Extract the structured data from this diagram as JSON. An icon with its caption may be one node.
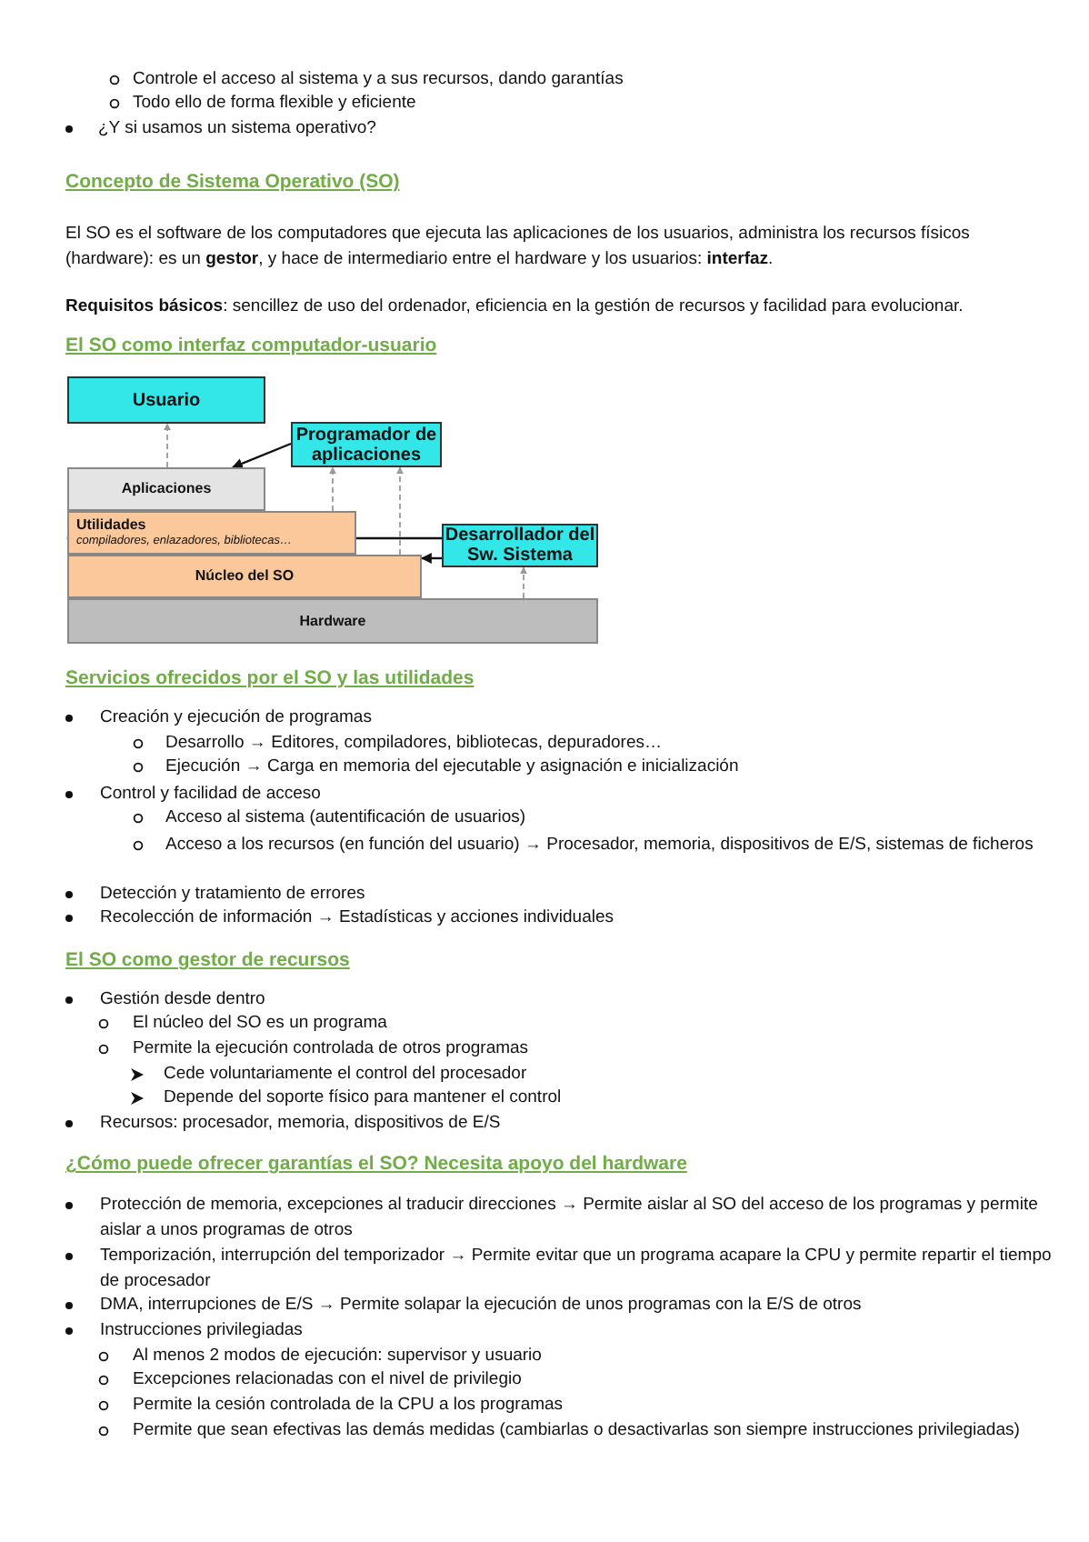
{
  "diagram": {
    "nodes": [
      {
        "text": [
          "Usuario"
        ]
      },
      {
        "text": [
          "Aplicaciones"
        ]
      },
      {
        "text": [
          "Utilidades",
          "compiladores, enlazadores, bibliotecas…"
        ]
      },
      {
        "text": [
          "Núcleo del SO"
        ]
      },
      {
        "text": [
          "Hardware"
        ]
      },
      {
        "text": [
          "Programador de aplicaciones"
        ]
      },
      {
        "text": [
          "Desarrollador del Sw. Sistema"
        ]
      }
    ],
    "edges": [
      {
        "from": 1,
        "to": 0,
        "arrow": "to",
        "style": "dashed"
      },
      {
        "from": 5,
        "to": 1,
        "arrow": "to",
        "color": "#111111"
      },
      {
        "from": 2,
        "to": 5,
        "arrow": "to",
        "style": "dashed"
      },
      {
        "from": 3,
        "to": 5,
        "arrow": "to",
        "style": "dashed"
      },
      {
        "from": 6,
        "to": 2,
        "arrow": "to",
        "color": "#111111"
      },
      {
        "from": 6,
        "to": 3,
        "arrow": "to",
        "color": "#111111"
      },
      {
        "from": 4,
        "to": 6,
        "arrow": "to",
        "style": "dashed"
      }
    ],
    "labels": [
      "Controle el acceso al sistema y a sus recursos, dando garantías",
      "Todo ello de forma flexible y eficiente",
      "¿Y si usamos un sistema operativo?",
      "Concepto de Sistema Operativo (SO)",
      "El SO es el software de los computadores que ejecuta las aplicaciones de los usuarios, administra los recursos físicos (hardware): es un **gestor**, y hace de intermediario entre el hardware y los usuarios: **interfaz**.",
      "**Requisitos básicos**: sencillez de uso del ordenador, eficiencia en la gestión de recursos y facilidad para evolucionar.",
      "El SO como interfaz computador-usuario",
      "Servicios ofrecidos por el SO y las utilidades",
      "Creación y ejecución de programas",
      "Desarrollo → Editores, compiladores, bibliotecas, depuradores…",
      "Ejecución → Carga en memoria del ejecutable y asignación e inicialización",
      "Control y facilidad de acceso",
      "Acceso al sistema (autentificación de usuarios)",
      "Acceso a los recursos (en función del usuario) → Procesador, memoria, dispositivos de E/S, sistemas de ficheros",
      "Detección y tratamiento de errores",
      "Recolección de información → Estadísticas y acciones individuales",
      "El SO como gestor de recursos",
      "Gestión desde dentro",
      "El núcleo del SO es un programa",
      "Permite la ejecución controlada de otros programas",
      "Cede voluntariamente el control del procesador",
      "Depende del soporte físico para mantener el control",
      "Recursos: procesador, memoria, dispositivos de E/S",
      "¿Cómo puede ofrecer garantías el SO? Necesita apoyo del hardware",
      "Protección de memoria, excepciones al traducir direcciones → Permite aislar al SO del acceso de los programas y permite aislar a unos programas de otros",
      "Temporización, interrupción del temporizador → Permite evitar que un programa acapare la CPU y permite repartir el tiempo de procesador",
      "DMA, interrupciones de E/S → Permite solapar la ejecución de unos programas con la E/S de otros",
      "Instrucciones privilegiadas",
      "Al menos 2 modos de ejecución: supervisor y usuario",
      "Excepciones relacionadas con el nivel de privilegio",
      "Permite la cesión controlada de la CPU a los programas",
      "Permite que sean efectivas las demás medidas (cambiarlas o desactivarlas son siempre instrucciones privilegiadas)"
    ]
  }
}
